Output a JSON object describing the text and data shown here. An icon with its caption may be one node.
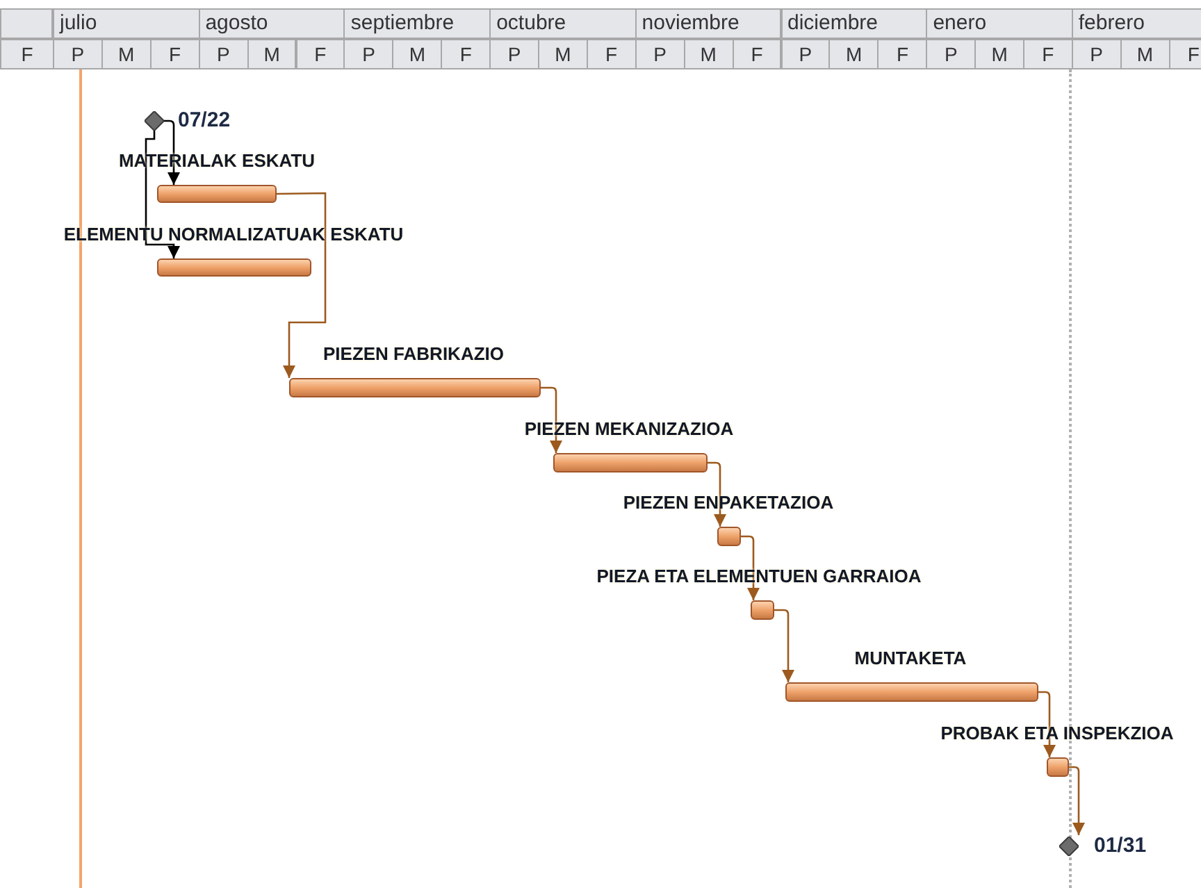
{
  "diagram": {
    "nodes": [
      {
        "text": [],
        "shape": "diamond",
        "beside": [
          "07/22"
        ]
      },
      {
        "text": [
          "MATERIALAK ESKATU"
        ]
      },
      {
        "text": [
          "ELEMENTU NORMALIZATUAK ESKATU"
        ]
      },
      {
        "text": [
          "PIEZEN FABRIKAZIO"
        ]
      },
      {
        "text": [
          "PIEZEN MEKANIZAZIOA"
        ]
      },
      {
        "text": [
          "PIEZEN ENPAKETAZIOA"
        ]
      },
      {
        "text": [
          "PIEZA ETA ELEMENTUEN GARRAIOA"
        ]
      },
      {
        "text": [
          "MUNTAKETA"
        ]
      },
      {
        "text": [
          "PROBAK ETA INSPEKZIOA"
        ]
      },
      {
        "text": [],
        "shape": "diamond",
        "beside": [
          "01/31"
        ]
      }
    ],
    "edges": [
      {
        "from": 0,
        "to": 1,
        "arrow": "to",
        "color": "#000000"
      },
      {
        "from": 0,
        "to": 2,
        "arrow": "to",
        "color": "#000000"
      },
      {
        "from": 1,
        "to": 3,
        "arrow": "to"
      },
      {
        "from": 3,
        "to": 4,
        "arrow": "to"
      },
      {
        "from": 4,
        "to": 5,
        "arrow": "to"
      },
      {
        "from": 5,
        "to": 6,
        "arrow": "to"
      },
      {
        "from": 6,
        "to": 7,
        "arrow": "to"
      },
      {
        "from": 7,
        "to": 8,
        "arrow": "to"
      },
      {
        "from": 8,
        "to": 9,
        "arrow": "to"
      }
    ],
    "labels": [
      "julio",
      "agosto",
      "septiembre",
      "octubre",
      "noviembre",
      "diciembre",
      "enero",
      "febrero",
      "F",
      "P",
      "M",
      "F",
      "P",
      "M",
      "F",
      "P",
      "M",
      "F",
      "P",
      "M",
      "F",
      "P",
      "M",
      "F",
      "P",
      "M",
      "F",
      "P",
      "M",
      "F",
      "P",
      "M",
      "F"
    ]
  }
}
